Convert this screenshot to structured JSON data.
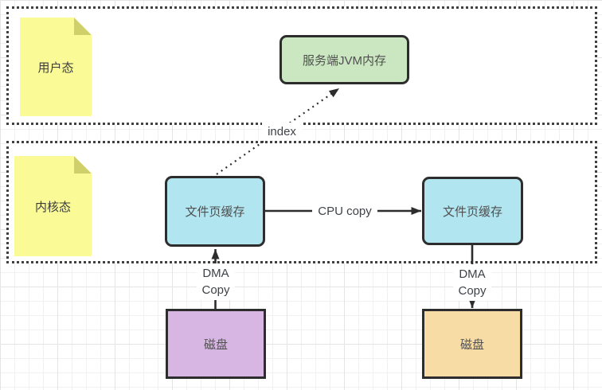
{
  "diagram": {
    "title": "zero-copy / page-cache data flow diagram",
    "regions": {
      "user": {
        "label": "用户态"
      },
      "kernel": {
        "label": "内核态"
      }
    },
    "nodes": {
      "jvm": {
        "label": "服务端JVM内存",
        "fill": "#cbe7c1",
        "shape": "rounded-rect"
      },
      "cache_left": {
        "label": "文件页缓存",
        "fill": "#b1e5f0",
        "shape": "rounded-rect"
      },
      "cache_right": {
        "label": "文件页缓存",
        "fill": "#b1e5f0",
        "shape": "rounded-rect"
      },
      "disk_left": {
        "label": "磁盘",
        "fill": "#d8b6e3",
        "shape": "rect"
      },
      "disk_right": {
        "label": "磁盘",
        "fill": "#f8dca6",
        "shape": "rect"
      }
    },
    "edges": {
      "index": {
        "label": "index",
        "style": "dotted",
        "from": "cache_left",
        "to": "jvm"
      },
      "cpu_copy": {
        "label": "CPU copy",
        "style": "solid",
        "from": "cache_left",
        "to": "cache_right"
      },
      "dma_left": {
        "line1": "DMA",
        "line2": "Copy",
        "style": "solid",
        "from": "disk_left",
        "to": "cache_left"
      },
      "dma_right": {
        "line1": "DMA",
        "line2": "Copy",
        "style": "solid",
        "from": "cache_right",
        "to": "disk_right"
      }
    },
    "colors": {
      "stroke": "#2d2d2d",
      "region_border": "#404040",
      "note_fill": "#fafa96",
      "note_fold": "#d0d06a",
      "node_text": "#4f4f4f",
      "label_text": "#3f4347"
    }
  }
}
